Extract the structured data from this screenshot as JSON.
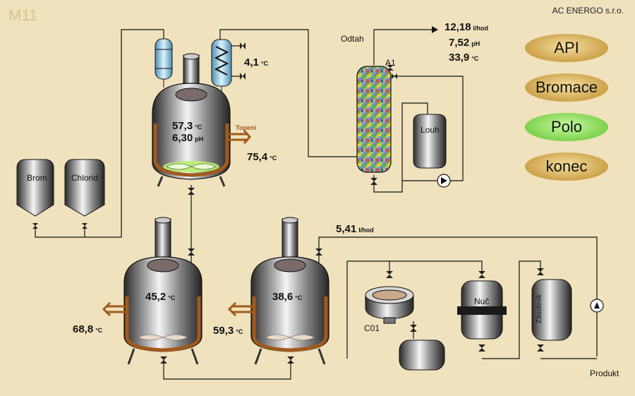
{
  "screen": {
    "title": "M11",
    "company": "AC ENERGO s.r.o."
  },
  "buttons": [
    {
      "label": "API",
      "state": "normal"
    },
    {
      "label": "Bromace",
      "state": "normal"
    },
    {
      "label": "Polo",
      "state": "active"
    },
    {
      "label": "konec",
      "state": "normal"
    }
  ],
  "reactor_top": {
    "temp": "57,3",
    "temp_unit": "°C",
    "ph": "6,30",
    "ph_unit": "pH"
  },
  "condenser": {
    "temp": "4,1",
    "unit": "°C"
  },
  "heating": {
    "label": "Topení",
    "temp": "75,4",
    "unit": "°C"
  },
  "odtah": {
    "label": "Odtah",
    "flow": "12,18",
    "flow_unit": "l/hod",
    "ph": "7,52",
    "ph_unit": "pH",
    "temp": "33,9",
    "temp_unit": "°C"
  },
  "column": {
    "label": "A1"
  },
  "louh": {
    "label": "Louh"
  },
  "tanks": {
    "brom": "Brom",
    "chlorid": "Chlorid"
  },
  "reactor_left": {
    "temp": "45,2",
    "unit": "°C",
    "jacket_temp": "68,8",
    "jacket_unit": "°C"
  },
  "reactor_right": {
    "temp": "38,6",
    "unit": "°C",
    "jacket_temp": "59,3",
    "jacket_unit": "°C"
  },
  "transfer": {
    "flow": "5,41",
    "unit": "l/hod"
  },
  "centrifuge": {
    "label": "C01"
  },
  "nuc": {
    "label": "Nuč"
  },
  "zasobnik": {
    "label": "Zásobník"
  },
  "produkt": {
    "label": "Produkt"
  },
  "colors": {
    "background": "#efe2bd",
    "button": "#cda24a",
    "button_active": "#7ed24e",
    "heating": "#c77a2b",
    "column": "#5a8fc9"
  }
}
